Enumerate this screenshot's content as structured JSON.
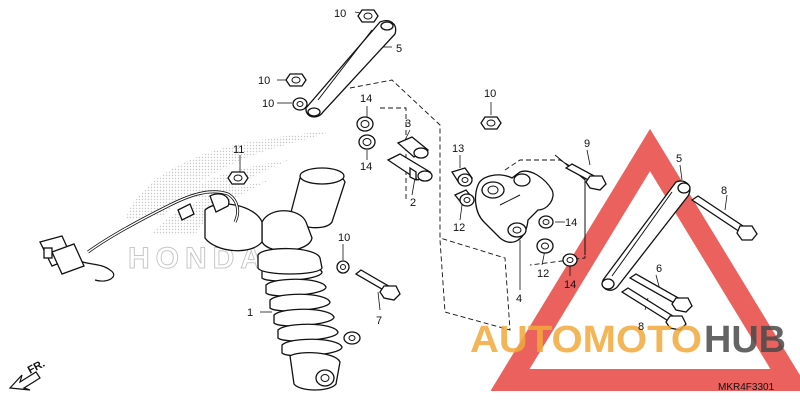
{
  "diagram": {
    "reference_code": "MKR4F3301",
    "front_indicator": "FR.",
    "background_logo": "HONDA",
    "watermark": {
      "brand_left": "AUTOMOTO",
      "brand_right": "HUB",
      "brand_color": "#f2a93b",
      "brand_dark": "#4a4a4a",
      "triangle_color": "#e53935"
    },
    "callouts": [
      {
        "id": "c1",
        "text": "1"
      },
      {
        "id": "c2",
        "text": "2"
      },
      {
        "id": "c3",
        "text": "3"
      },
      {
        "id": "c4",
        "text": "4"
      },
      {
        "id": "c5a",
        "text": "5"
      },
      {
        "id": "c5b",
        "text": "5"
      },
      {
        "id": "c6",
        "text": "6"
      },
      {
        "id": "c7",
        "text": "7"
      },
      {
        "id": "c8a",
        "text": "8"
      },
      {
        "id": "c8b",
        "text": "8"
      },
      {
        "id": "c9",
        "text": "9"
      },
      {
        "id": "c10a",
        "text": "10"
      },
      {
        "id": "c10b",
        "text": "10"
      },
      {
        "id": "c10c",
        "text": "10"
      },
      {
        "id": "c10d",
        "text": "10"
      },
      {
        "id": "c10e",
        "text": "10"
      },
      {
        "id": "c11",
        "text": "11"
      },
      {
        "id": "c12a",
        "text": "12"
      },
      {
        "id": "c12b",
        "text": "12"
      },
      {
        "id": "c13",
        "text": "13"
      },
      {
        "id": "c14a",
        "text": "14"
      },
      {
        "id": "c14b",
        "text": "14"
      },
      {
        "id": "c14c",
        "text": "14"
      },
      {
        "id": "c14d",
        "text": "14"
      }
    ]
  }
}
